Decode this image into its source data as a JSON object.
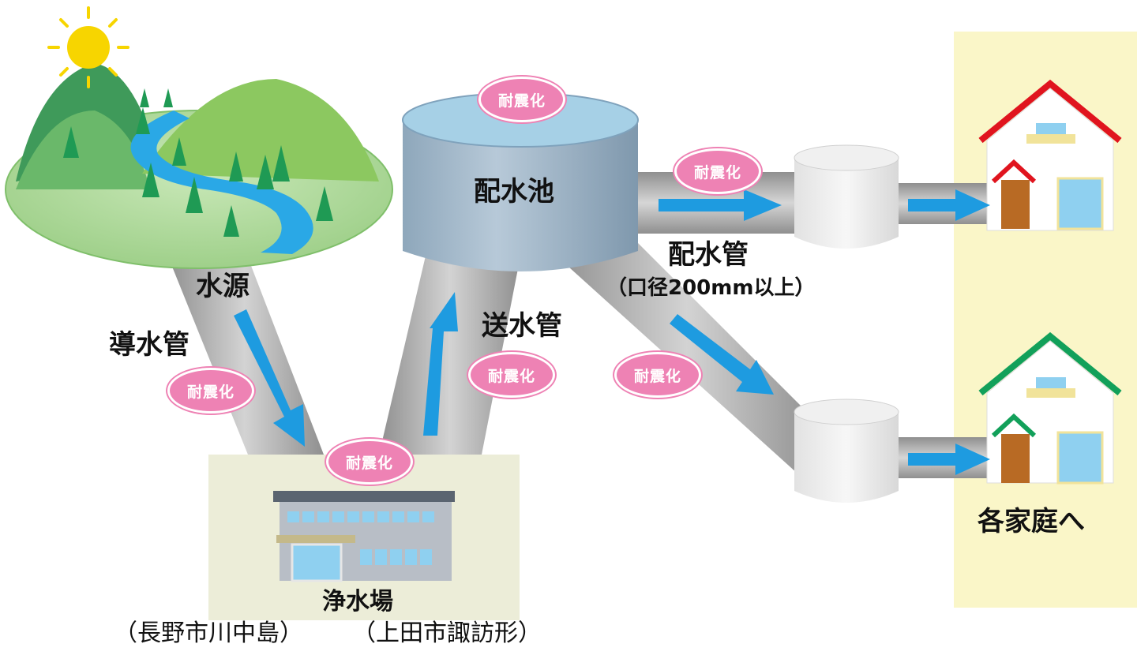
{
  "colors": {
    "pipe": "#a9a9a9",
    "arrow": "#1e9be0",
    "badge": "#ee82b4",
    "home_zone": "#faf6c8",
    "plant_zone": "#ecedd8",
    "roof_red": "#e0141e",
    "roof_green": "#12a05a"
  },
  "labels": {
    "source": "水源",
    "intake_pipe": "導水管",
    "transmission_pipe": "送水管",
    "reservoir": "配水池",
    "distribution_pipe": "配水管",
    "distribution_pipe_note": "（口径200mm以上）",
    "treatment_plant": "浄水場",
    "plant_location_1": "（長野市川中島）",
    "plant_location_2": "（上田市諏訪形）",
    "homes": "各家庭へ"
  },
  "badges": {
    "seismic": "耐震化"
  },
  "icons": [
    "sun-icon",
    "mountain-icon",
    "river-icon",
    "tree-icon",
    "reservoir-tank-icon",
    "building-icon",
    "house-icon",
    "arrow-icon"
  ]
}
